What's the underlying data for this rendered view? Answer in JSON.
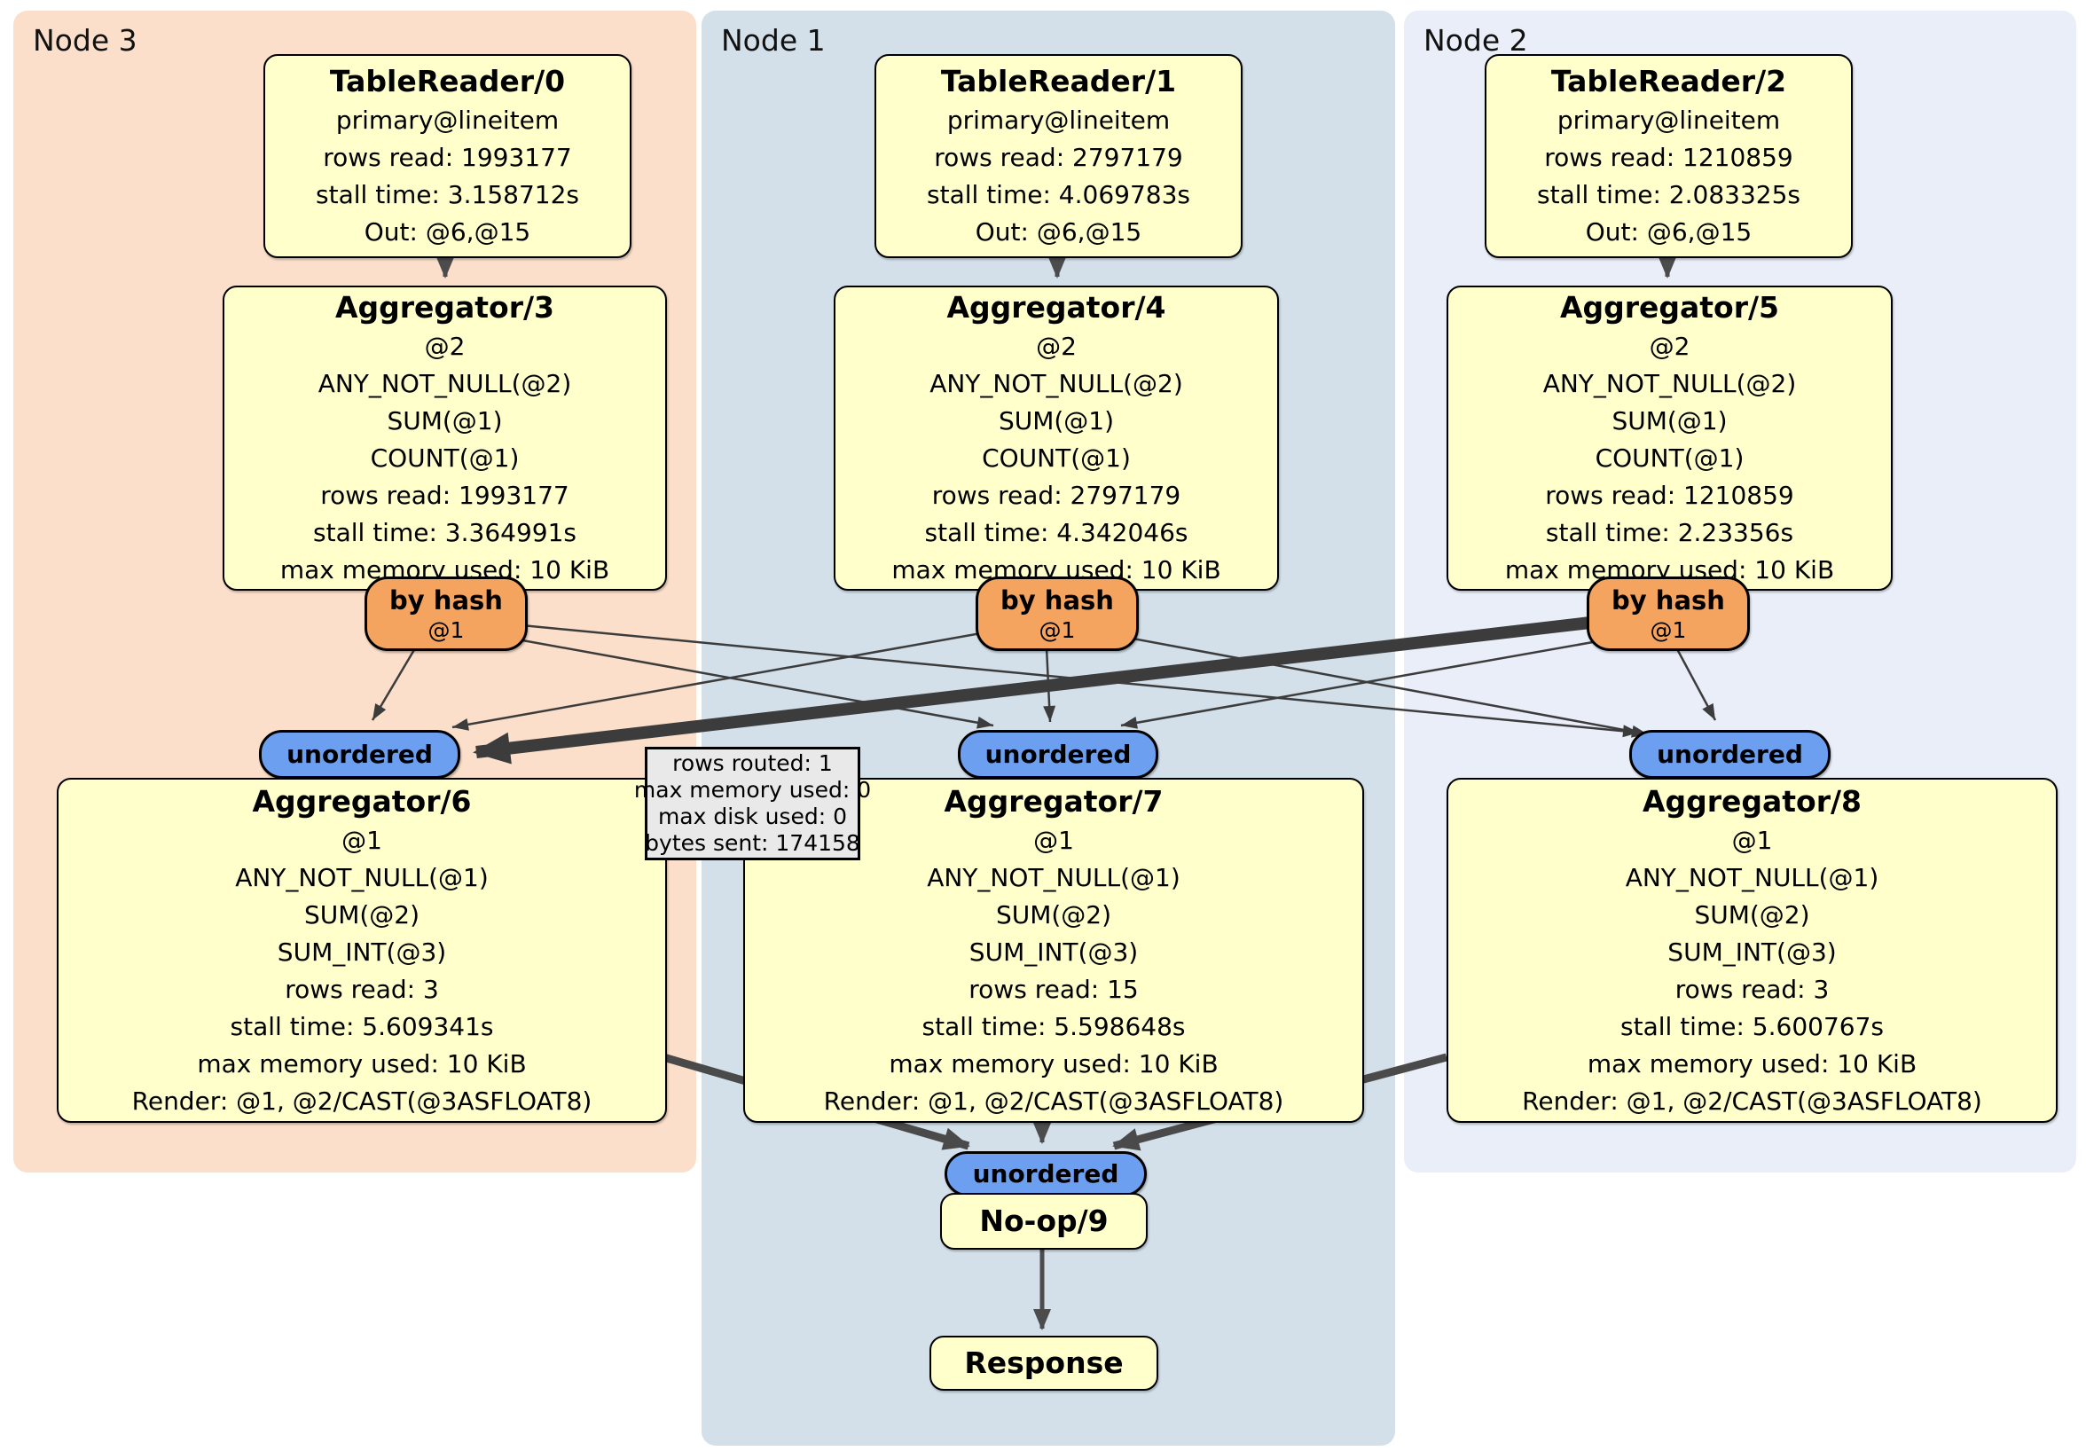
{
  "panels": {
    "node3": {
      "label": "Node 3",
      "color": "#fbdfca"
    },
    "node1": {
      "label": "Node 1",
      "color": "#d3e0ea"
    },
    "node2": {
      "label": "Node 2",
      "color": "#e9eef8"
    }
  },
  "colors": {
    "processor_fill": "#ffffcc",
    "router_fill": "#f5a45f",
    "stream_fill": "#6d9ff0",
    "tooltip_fill": "#e9e9e9",
    "edge": "#444444",
    "border": "#000000"
  },
  "nodes": {
    "tablereader0": {
      "title": "TableReader/0",
      "lines": [
        "primary@lineitem",
        "rows read: 1993177",
        "stall time: 3.158712s",
        "Out: @6,@15"
      ]
    },
    "tablereader1": {
      "title": "TableReader/1",
      "lines": [
        "primary@lineitem",
        "rows read: 2797179",
        "stall time: 4.069783s",
        "Out: @6,@15"
      ]
    },
    "tablereader2": {
      "title": "TableReader/2",
      "lines": [
        "primary@lineitem",
        "rows read: 1210859",
        "stall time: 2.083325s",
        "Out: @6,@15"
      ]
    },
    "aggregator3": {
      "title": "Aggregator/3",
      "lines": [
        "@2",
        "ANY_NOT_NULL(@2)",
        "SUM(@1)",
        "COUNT(@1)",
        "rows read: 1993177",
        "stall time: 3.364991s",
        "max memory used: 10 KiB"
      ]
    },
    "aggregator4": {
      "title": "Aggregator/4",
      "lines": [
        "@2",
        "ANY_NOT_NULL(@2)",
        "SUM(@1)",
        "COUNT(@1)",
        "rows read: 2797179",
        "stall time: 4.342046s",
        "max memory used: 10 KiB"
      ]
    },
    "aggregator5": {
      "title": "Aggregator/5",
      "lines": [
        "@2",
        "ANY_NOT_NULL(@2)",
        "SUM(@1)",
        "COUNT(@1)",
        "rows read: 1210859",
        "stall time: 2.23356s",
        "max memory used: 10 KiB"
      ]
    },
    "aggregator6": {
      "title": "Aggregator/6",
      "lines": [
        "@1",
        "ANY_NOT_NULL(@1)",
        "SUM(@2)",
        "SUM_INT(@3)",
        "rows read: 3",
        "stall time: 5.609341s",
        "max memory used: 10 KiB",
        "Render: @1, @2/CAST(@3ASFLOAT8)"
      ]
    },
    "aggregator7": {
      "title": "Aggregator/7",
      "lines": [
        "@1",
        "ANY_NOT_NULL(@1)",
        "SUM(@2)",
        "SUM_INT(@3)",
        "rows read: 15",
        "stall time: 5.598648s",
        "max memory used: 10 KiB",
        "Render: @1, @2/CAST(@3ASFLOAT8)"
      ]
    },
    "aggregator8": {
      "title": "Aggregator/8",
      "lines": [
        "@1",
        "ANY_NOT_NULL(@1)",
        "SUM(@2)",
        "SUM_INT(@3)",
        "rows read: 3",
        "stall time: 5.600767s",
        "max memory used: 10 KiB",
        "Render: @1, @2/CAST(@3ASFLOAT8)"
      ]
    },
    "noop9": {
      "title": "No-op/9"
    },
    "response": {
      "title": "Response"
    }
  },
  "routers": {
    "byhash3": {
      "label": "by hash",
      "sub": "@1"
    },
    "byhash4": {
      "label": "by hash",
      "sub": "@1"
    },
    "byhash5": {
      "label": "by hash",
      "sub": "@1"
    }
  },
  "streams": {
    "unordered_node3": {
      "label": "unordered"
    },
    "unordered_node1": {
      "label": "unordered"
    },
    "unordered_node2": {
      "label": "unordered"
    },
    "unordered_final": {
      "label": "unordered"
    }
  },
  "tooltip": {
    "lines": [
      "rows routed: 1",
      "max memory used: 0",
      "max disk used: 0",
      "bytes sent: 174158"
    ]
  }
}
